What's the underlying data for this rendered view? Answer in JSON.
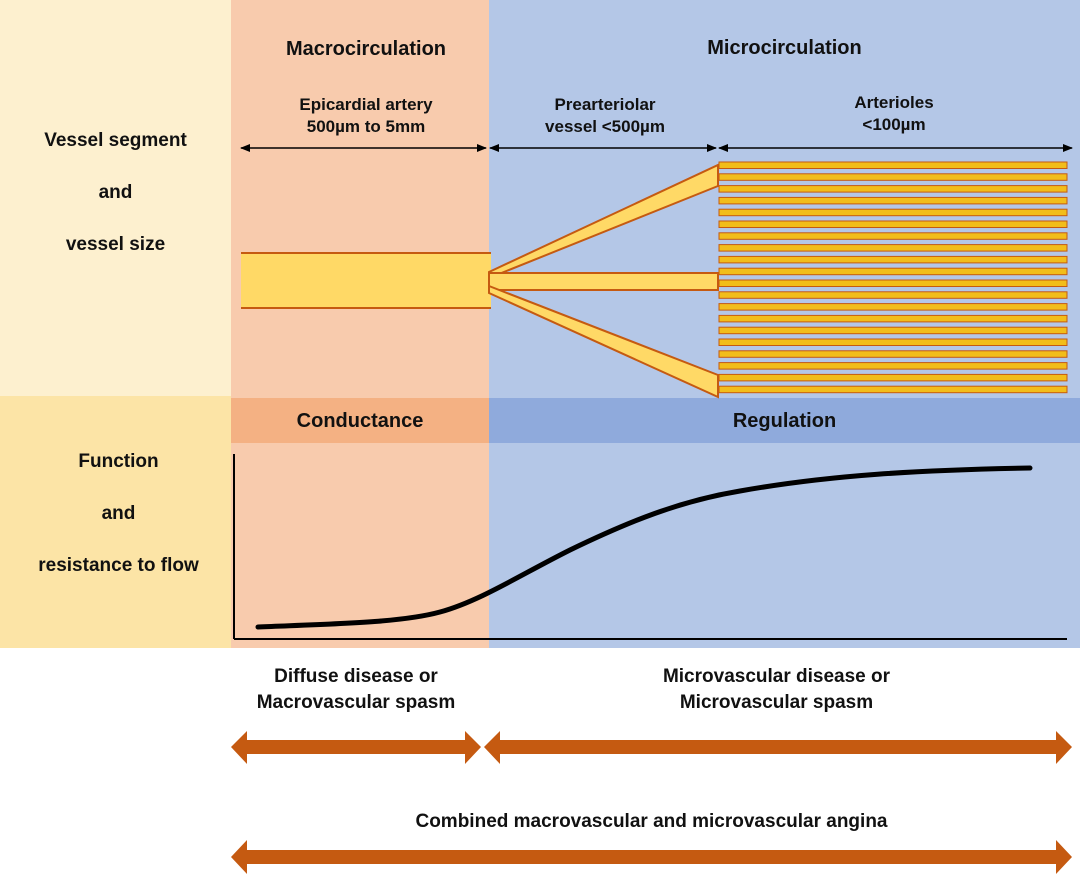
{
  "row_labels": {
    "top": [
      "Vessel segment",
      "and",
      "vessel size"
    ],
    "bottom": [
      "Function",
      "and",
      "resistance to flow"
    ]
  },
  "headers": {
    "macro": "Macrocirculation",
    "micro": "Microcirculation"
  },
  "segments": {
    "epicardial": [
      "Epicardial artery",
      "500µm to 5mm"
    ],
    "prearteriolar": [
      "Prearteriolar",
      "vessel <500µm"
    ],
    "arterioles": [
      "Arterioles",
      "<100µm"
    ]
  },
  "functions": {
    "conductance": "Conductance",
    "regulation": "Regulation"
  },
  "diseases": {
    "macro": [
      "Diffuse disease or",
      "Macrovascular spasm"
    ],
    "micro": [
      "Microvascular disease or",
      "Microvascular spasm"
    ],
    "combined": "Combined macrovascular and microvascular angina"
  },
  "colors": {
    "label_top_bg": "#fdf0cf",
    "label_bottom_bg": "#fce4a6",
    "macro_bg": "#f8cbad",
    "macro_band": "#f4b183",
    "micro_bg": "#b4c7e7",
    "micro_band": "#8faadc",
    "vessel_fill": "#ffd966",
    "vessel_stroke": "#c55a11",
    "arteriole_fill": "#f2bd1a",
    "arrow": "#c55a11",
    "curve": "#000000"
  }
}
